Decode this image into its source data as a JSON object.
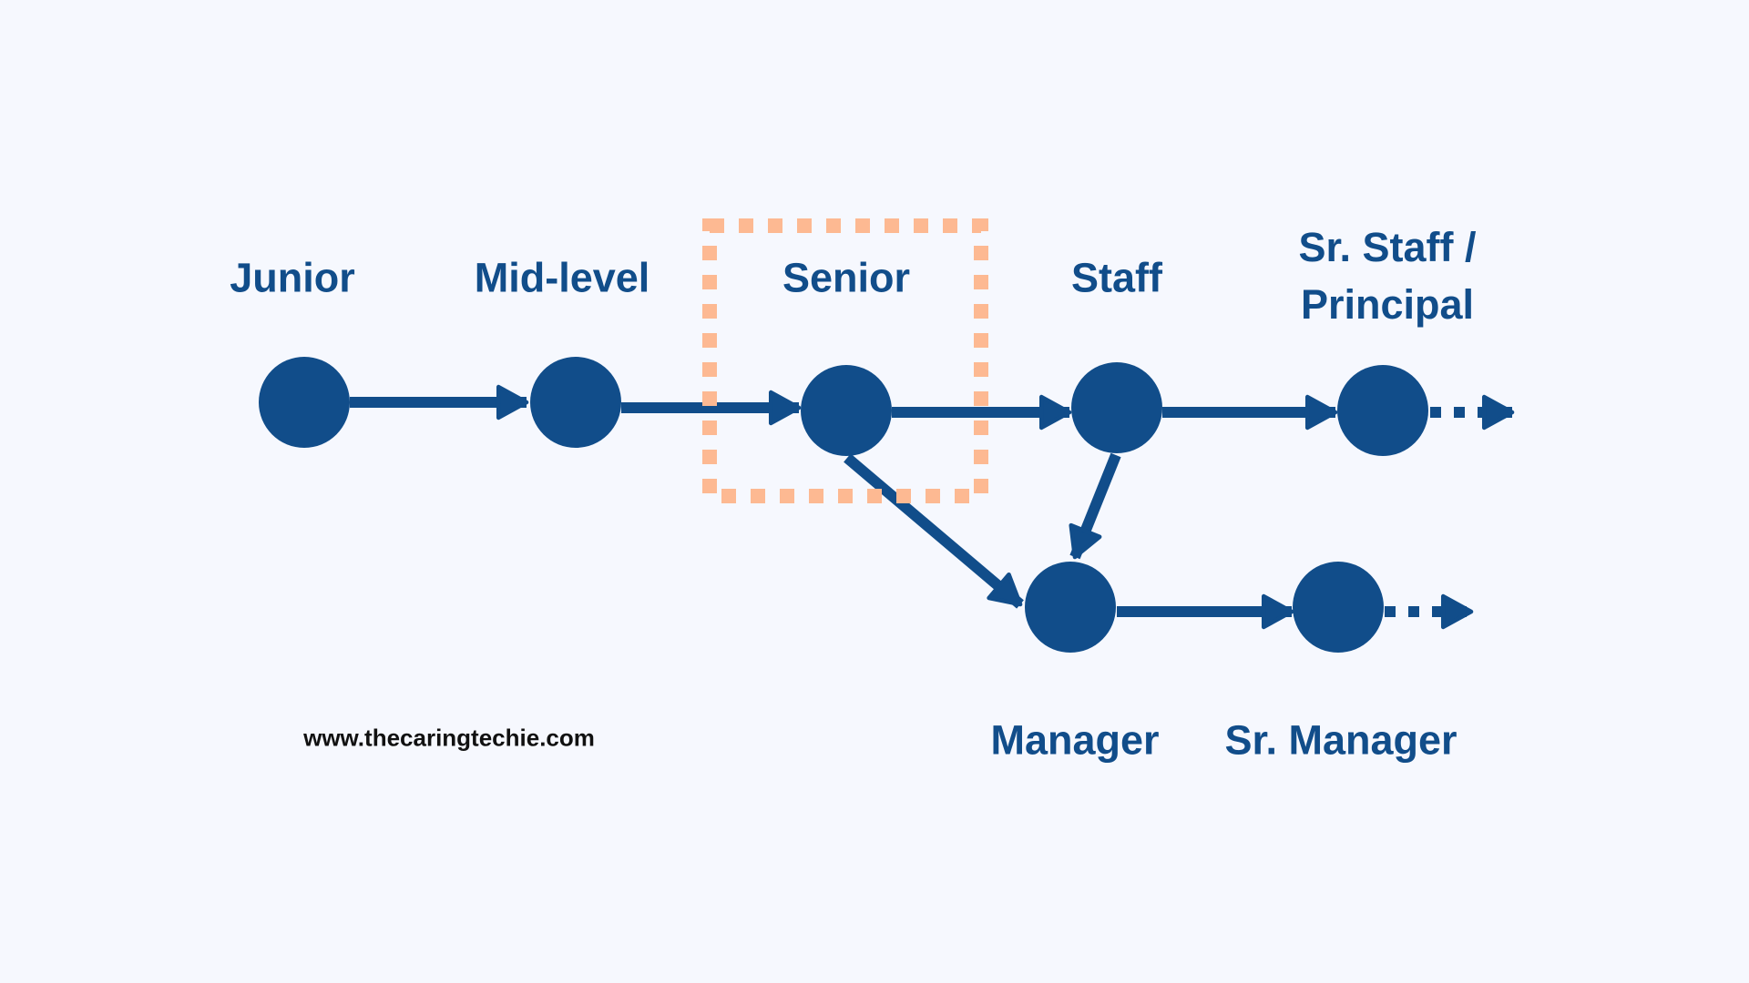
{
  "colors": {
    "node": "#114d8a",
    "highlight": "#fdb992",
    "background": "#f6f8fe"
  },
  "nodes": {
    "junior": "Junior",
    "mid": "Mid-level",
    "senior": "Senior",
    "staff": "Staff",
    "principal_line1": "Sr. Staff /",
    "principal_line2": "Principal",
    "manager": "Manager",
    "sr_manager": "Sr. Manager"
  },
  "highlighted": "Senior",
  "website": "www.thecaringtechie.com"
}
